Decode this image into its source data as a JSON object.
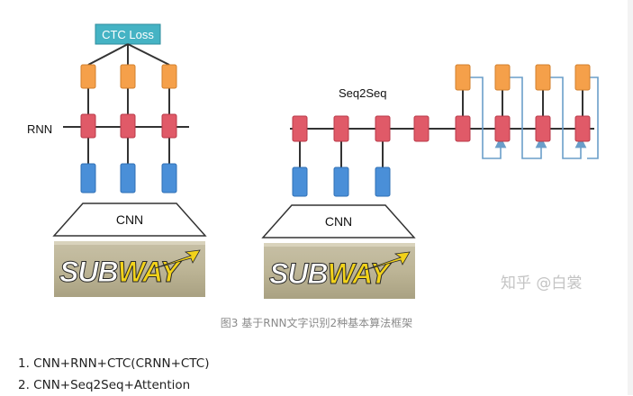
{
  "diagram": {
    "loss_label": "CTC Loss",
    "rnn_label": "RNN",
    "seq2seq_label": "Seq2Seq",
    "cnn_left_label": "CNN",
    "cnn_right_label": "CNN",
    "logo_text_left_a": "SUB",
    "logo_text_left_b": "WAY",
    "logo_text_right_a": "SUB",
    "logo_text_right_b": "WAY",
    "watermark": "知乎 @白裳",
    "colors": {
      "output": "#f5a04a",
      "rnn": "#e05a68",
      "feature": "#4a8fd8",
      "loss_box": "#45b3c4",
      "cnn_fill": "#ffffff",
      "arrow": "#6a9ec9",
      "logo_yellow": "#f2d21a",
      "logo_white": "#ffffff"
    }
  },
  "caption": "图3 基于RNN文字识别2种基本算法框架",
  "list": [
    "1. CNN+RNN+CTC(CRNN+CTC)",
    "2. CNN+Seq2Seq+Attention"
  ]
}
